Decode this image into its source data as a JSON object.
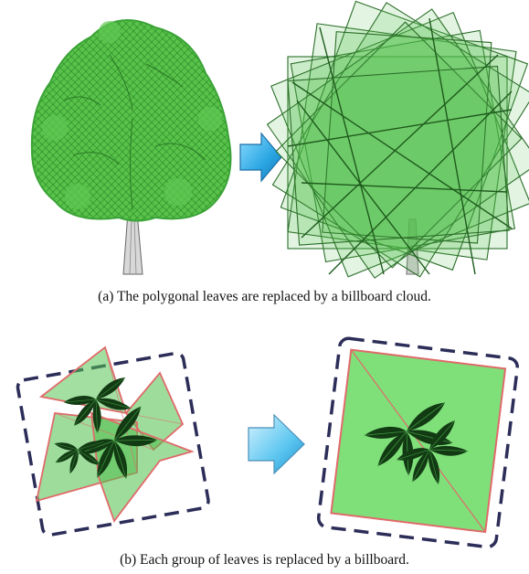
{
  "figure": {
    "caption_a": "(a)  The polygonal leaves are replaced by a billboard cloud.",
    "caption_b": "(b)  Each group of leaves is replaced by a billboard."
  },
  "colors": {
    "foliage_green": "#46b43a",
    "billboard_green": "#4fbf4a",
    "billboard_edge": "#2c6e2a",
    "arrow_blue": "#2aa6e3",
    "dashed_frame": "#2c2d58",
    "polygon_edge": "#e06a6a",
    "leaf_dark": "#123b14"
  },
  "icons": [
    "tree-image",
    "arrow-right-icon",
    "billboard-cloud-image",
    "leaf-group-image",
    "billboard-image"
  ]
}
